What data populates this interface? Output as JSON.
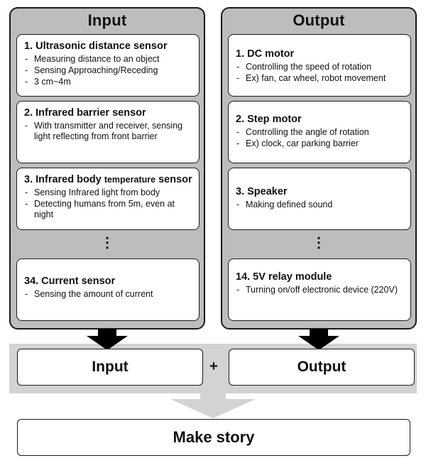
{
  "input_panel": {
    "title": "Input",
    "cards": [
      {
        "title": "1. Ultrasonic distance sensor",
        "items": [
          "Measuring distance to an object",
          "Sensing Approaching/Receding",
          "3 cm~4m"
        ]
      },
      {
        "title": "2. Infrared barrier sensor",
        "items": [
          "With transmitter and receiver, sensing light reflecting from front barrier"
        ]
      },
      {
        "title_main": "3. Infrared body ",
        "title_small": "temperature",
        "title_end": " sensor",
        "items": [
          "Sensing Infrared light from body",
          "Detecting humans from 5m, even at night"
        ]
      },
      {
        "title": "34. Current sensor",
        "items": [
          "Sensing the amount of current"
        ]
      }
    ],
    "ellipsis": "⋮"
  },
  "output_panel": {
    "title": "Output",
    "cards": [
      {
        "title": "1. DC motor",
        "items": [
          "Controlling the speed of rotation",
          "Ex) fan, car wheel, robot movement"
        ]
      },
      {
        "title": "2. Step motor",
        "items": [
          "Controlling the angle of rotation",
          "Ex) clock, car parking barrier"
        ]
      },
      {
        "title": "3. Speaker",
        "items": [
          "Making defined sound"
        ]
      },
      {
        "title": "14. 5V relay module",
        "items": [
          "Turning on/off electronic device (220V)"
        ]
      }
    ],
    "ellipsis": "⋮"
  },
  "combine": {
    "input_label": "Input",
    "plus": "+",
    "output_label": "Output"
  },
  "result": {
    "label": "Make story"
  },
  "colors": {
    "panel_bg": "#bdbdbd",
    "band_bg": "#d3d3d3",
    "arrow_dark": "#000000",
    "arrow_light": "#d3d3d3"
  }
}
